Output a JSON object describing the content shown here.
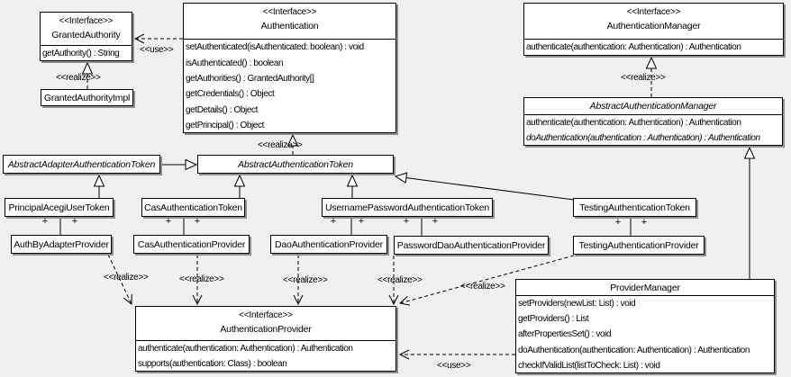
{
  "colors": {
    "background": "#f0f0f0",
    "box_fill": "#ffffff",
    "line": "#000000",
    "shadow": "#8f8f8f"
  },
  "classes": {
    "granted_authority": {
      "stereotype": "<<Interface>>",
      "name": "GrantedAuthority",
      "methods": [
        "getAuthority() : String"
      ]
    },
    "granted_authority_impl": {
      "name": "GrantedAuthorityImpl"
    },
    "authentication": {
      "stereotype": "<<Interface>>",
      "name": "Authentication",
      "methods": [
        "setAuthenticated(isAuthenticated: boolean) : void",
        "isAuthenticated() : boolean",
        "getAuthorities() : GrantedAuthority[]",
        "getCredentials() : Object",
        "getDetails() : Object",
        "getPrincipal() : Object"
      ]
    },
    "authentication_manager": {
      "stereotype": "<<Interface>>",
      "name": "AuthenticationManager",
      "methods": [
        "authenticate(authentication: Authentication) : Authentication"
      ]
    },
    "abstract_authentication_manager": {
      "name": "AbstractAuthenticationManager",
      "methods": [
        "authenticate(authentication: Authentication) : Authentication",
        "doAuthentication(authentication : Authentication) : Authentication"
      ]
    },
    "abstract_adapter_authentication_token": {
      "name": "AbstractAdapterAuthenticationToken"
    },
    "abstract_authentication_token": {
      "name": "AbstractAuthenticationToken"
    },
    "principal_acegi_user_token": {
      "name": "PrincipalAcegiUserToken"
    },
    "cas_authentication_token": {
      "name": "CasAuthenticationToken"
    },
    "username_password_authentication_token": {
      "name": "UsernamePasswordAuthenticationToken"
    },
    "testing_authentication_token": {
      "name": "TestingAuthenticationToken"
    },
    "auth_by_adapter_provider": {
      "name": "AuthByAdapterProvider"
    },
    "cas_authentication_provider": {
      "name": "CasAuthenticationProvider"
    },
    "dao_authentication_provider": {
      "name": "DaoAuthenticationProvider"
    },
    "password_dao_authentication_provider": {
      "name": "PasswordDaoAuthenticationProvider"
    },
    "testing_authentication_provider": {
      "name": "TestingAuthenticationProvider"
    },
    "authentication_provider": {
      "stereotype": "<<Interface>>",
      "name": "AuthenticationProvider",
      "methods": [
        "authenticate(authentication: Authentication) : Authentication",
        "supports(authentication: Class) : boolean"
      ]
    },
    "provider_manager": {
      "name": "ProviderManager",
      "methods": [
        "setProviders(newList: List) : void",
        "getProviders() : List",
        "afterPropertiesSet() : void",
        "doAuthentication(authentication: Authentication) : Authentication",
        "checkIfValidList(listToCheck: List) : void"
      ]
    }
  },
  "edges": {
    "use_to_granted_authority": {
      "label": "<<use>>"
    },
    "realize_granted_authority_impl": {
      "label": "<<realize>>"
    },
    "realize_abstract_authentication_token": {
      "label": "<<realize>>"
    },
    "realize_abstract_authentication_manager": {
      "label": "<<realize>>"
    },
    "realize_auth_by_adapter_provider": {
      "label": "<<realize>>"
    },
    "realize_cas_authentication_provider": {
      "label": "<<realize>>"
    },
    "realize_dao_authentication_provider": {
      "label": "<<realize>>"
    },
    "realize_password_dao_authentication_provider": {
      "label": "<<realize>>"
    },
    "realize_testing_authentication_provider": {
      "label": "<<realize>>"
    },
    "use_provider_manager": {
      "label": "<<use>>"
    },
    "association_plus": "+"
  }
}
